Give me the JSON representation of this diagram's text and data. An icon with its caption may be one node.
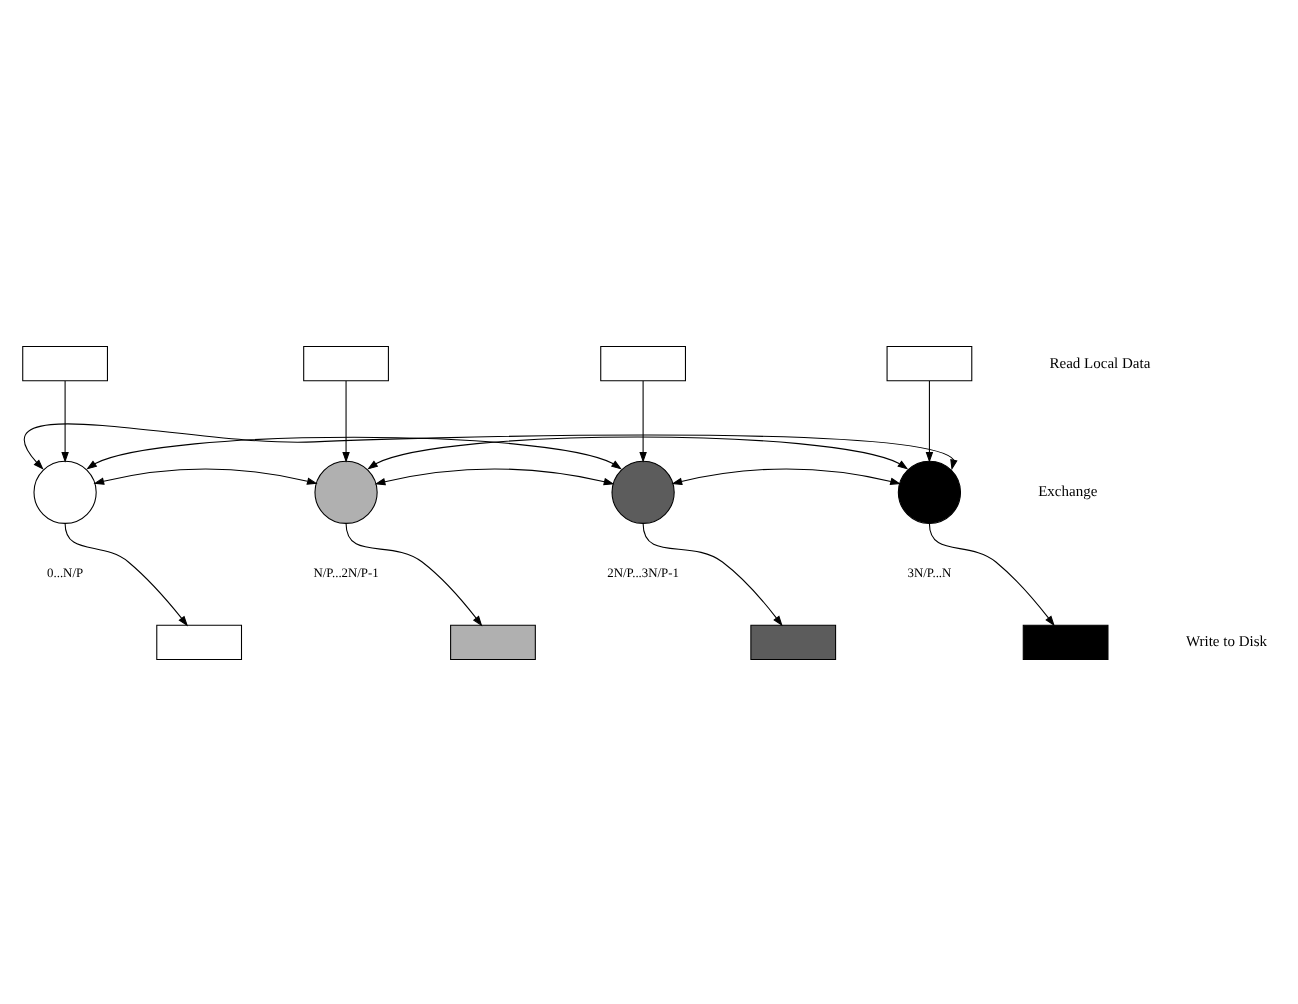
{
  "diagram": {
    "nodes": [
      {
        "text": [],
        "shape": "box"
      },
      {
        "text": [],
        "shape": "box"
      },
      {
        "text": [],
        "shape": "box"
      },
      {
        "text": [],
        "shape": "box"
      },
      {
        "text": [],
        "shape": "circle",
        "beside": [
          "0...N/P"
        ]
      },
      {
        "text": [],
        "shape": "circle",
        "beside": [
          "N/P...2N/P-1"
        ]
      },
      {
        "text": [],
        "shape": "circle",
        "beside": [
          "2N/P...3N/P-1"
        ]
      },
      {
        "text": [],
        "shape": "circle",
        "beside": [
          "3N/P...N"
        ]
      },
      {
        "text": [],
        "shape": "box"
      },
      {
        "text": [],
        "shape": "box"
      },
      {
        "text": [],
        "shape": "box"
      },
      {
        "text": [],
        "shape": "box"
      }
    ],
    "edges": [
      {
        "from": 0,
        "to": 4,
        "arrow": "to"
      },
      {
        "from": 1,
        "to": 5,
        "arrow": "to"
      },
      {
        "from": 2,
        "to": 6,
        "arrow": "to"
      },
      {
        "from": 3,
        "to": 7,
        "arrow": "to"
      },
      {
        "from": 4,
        "to": 7,
        "arrow": "both"
      },
      {
        "from": 4,
        "to": 6,
        "arrow": "both"
      },
      {
        "from": 5,
        "to": 7,
        "arrow": "both"
      },
      {
        "from": 4,
        "to": 5,
        "arrow": "both"
      },
      {
        "from": 5,
        "to": 6,
        "arrow": "both"
      },
      {
        "from": 6,
        "to": 7,
        "arrow": "both"
      },
      {
        "from": 4,
        "to": 8,
        "arrow": "to"
      },
      {
        "from": 5,
        "to": 9,
        "arrow": "to"
      },
      {
        "from": 6,
        "to": 10,
        "arrow": "to"
      },
      {
        "from": 7,
        "to": 11,
        "arrow": "to"
      }
    ],
    "labels": [
      "Read Local Data",
      "Exchange",
      "Write to Disk"
    ]
  }
}
